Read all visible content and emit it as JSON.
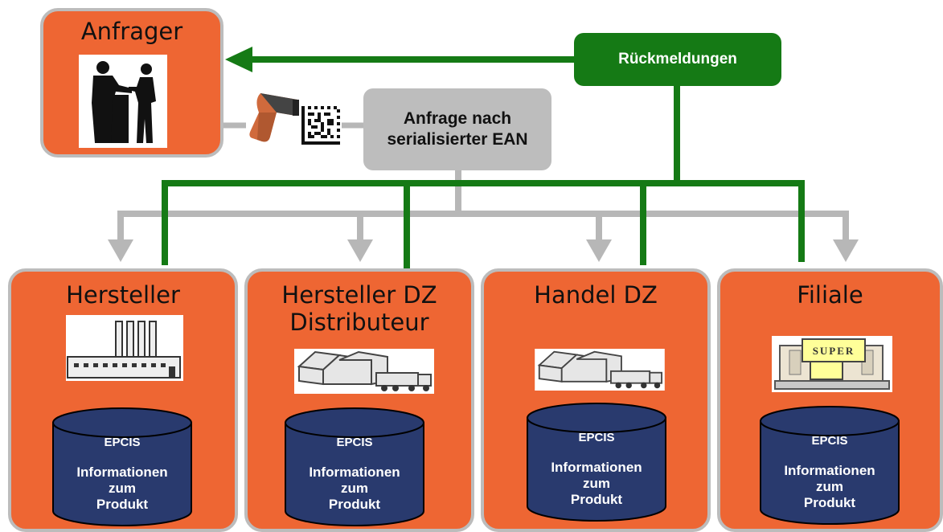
{
  "colors": {
    "box_fill": "#ee6633",
    "box_border": "#bcbcbc",
    "green": "#157a15",
    "gray_arrow": "#b7b7b7",
    "db_fill": "#293a6e"
  },
  "requester": {
    "title": "Anfrager",
    "icon": "handshake-silhouette-icon",
    "scanner_icon": "barcode-scanner-icon",
    "code_icon": "datamatrix-code-icon"
  },
  "request": {
    "line1": "Anfrage nach",
    "line2": "serialisierter EAN"
  },
  "feedback": {
    "label": "Rückmeldungen"
  },
  "nodes": [
    {
      "title_line1": "Hersteller",
      "title_line2": "",
      "icon": "factory-icon",
      "db": {
        "title": "EPCIS",
        "line1": "Informationen",
        "line2": "zum",
        "line3": "Produkt"
      }
    },
    {
      "title_line1": "Hersteller DZ",
      "title_line2": "Distributeur",
      "icon": "warehouse-truck-icon",
      "db": {
        "title": "EPCIS",
        "line1": "Informationen",
        "line2": "zum",
        "line3": "Produkt"
      }
    },
    {
      "title_line1": "Handel DZ",
      "title_line2": "",
      "icon": "warehouse-truck-icon",
      "db": {
        "title": "EPCIS",
        "line1": "Informationen",
        "line2": "zum",
        "line3": "Produkt"
      }
    },
    {
      "title_line1": "Filiale",
      "title_line2": "",
      "icon": "supermarket-icon",
      "store_sign": "SUPER",
      "db": {
        "title": "EPCIS",
        "line1": "Informationen",
        "line2": "zum",
        "line3": "Produkt"
      }
    }
  ]
}
